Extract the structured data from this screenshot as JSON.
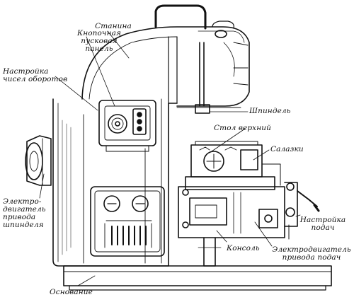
{
  "labels": {
    "stanina": "Станина",
    "button_panel": "Кнопочная\nпусковая\nпанель",
    "speed_setting": "Настройка\nчисел оборотов",
    "spindle": "Шпиндель",
    "upper_table": "Стол верхний",
    "slide": "Салазки",
    "spindle_motor": "Электро-\nдвигатель\nпривода\nшпинделя",
    "feed_setting": "Настройка\nподач",
    "console": "Консоль",
    "feed_motor": "Электродвигатель\nпривода подач",
    "base": "Основание"
  }
}
